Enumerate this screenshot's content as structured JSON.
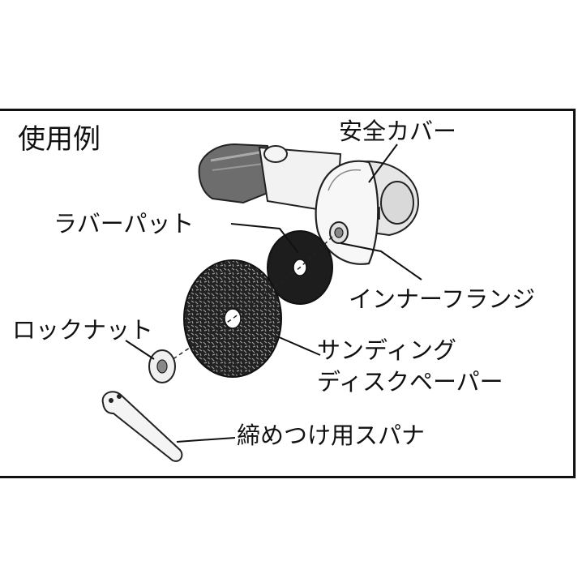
{
  "diagram": {
    "title": "使用例",
    "labels": {
      "safety_cover": "安全カバー",
      "rubber_pad": "ラバーパット",
      "inner_flange": "インナーフランジ",
      "lock_nut": "ロックナット",
      "sanding_line1": "サンディング",
      "sanding_line2": "ディスクペーパー",
      "spanner": "締めつけ用スパナ"
    }
  }
}
